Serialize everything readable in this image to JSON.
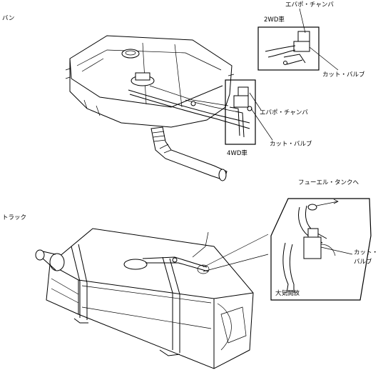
{
  "sections": {
    "van": "バン",
    "truck": "トラック"
  },
  "van_labels": {
    "two_wd": "2WD車",
    "evap_2wd": "エバポ・チャンバ",
    "cut_valve_2wd": "カット・バルブ",
    "evap_4wd": "エバポ・チャンバ",
    "cut_valve_4wd": "カット・バルブ",
    "four_wd": "4WD車"
  },
  "truck_labels": {
    "to_fuel_tank": "フューエル・タンクへ",
    "cut_valve_line1": "カット・",
    "cut_valve_line2": "バルブ",
    "atmosphere_open": "大気開放"
  }
}
